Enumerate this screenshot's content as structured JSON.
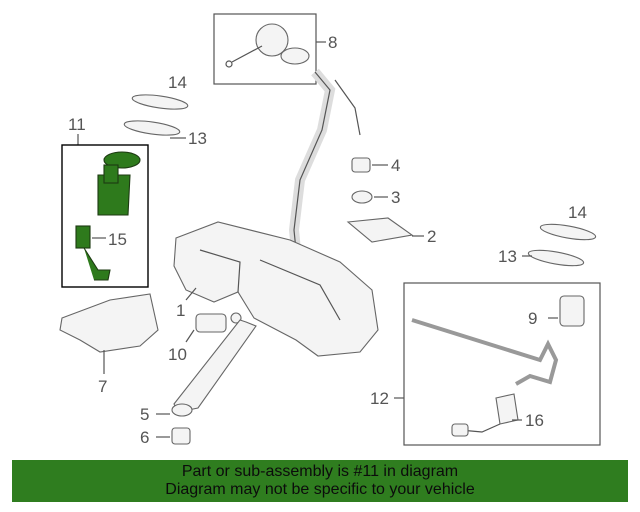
{
  "callouts": {
    "c1": "1",
    "c2": "2",
    "c3": "3",
    "c4": "4",
    "c5": "5",
    "c6": "6",
    "c7": "7",
    "c8": "8",
    "c9": "9",
    "c10": "10",
    "c11": "11",
    "c12": "12",
    "c13a": "13",
    "c13b": "13",
    "c14a": "14",
    "c14b": "14",
    "c15": "15",
    "c16": "16"
  },
  "banner": {
    "line1": "Part or sub-assembly is #11 in diagram",
    "line2": "Diagram may not be specific to your vehicle"
  },
  "colors": {
    "highlight": "#2e7a1c",
    "banner": "#2f7d1f"
  }
}
